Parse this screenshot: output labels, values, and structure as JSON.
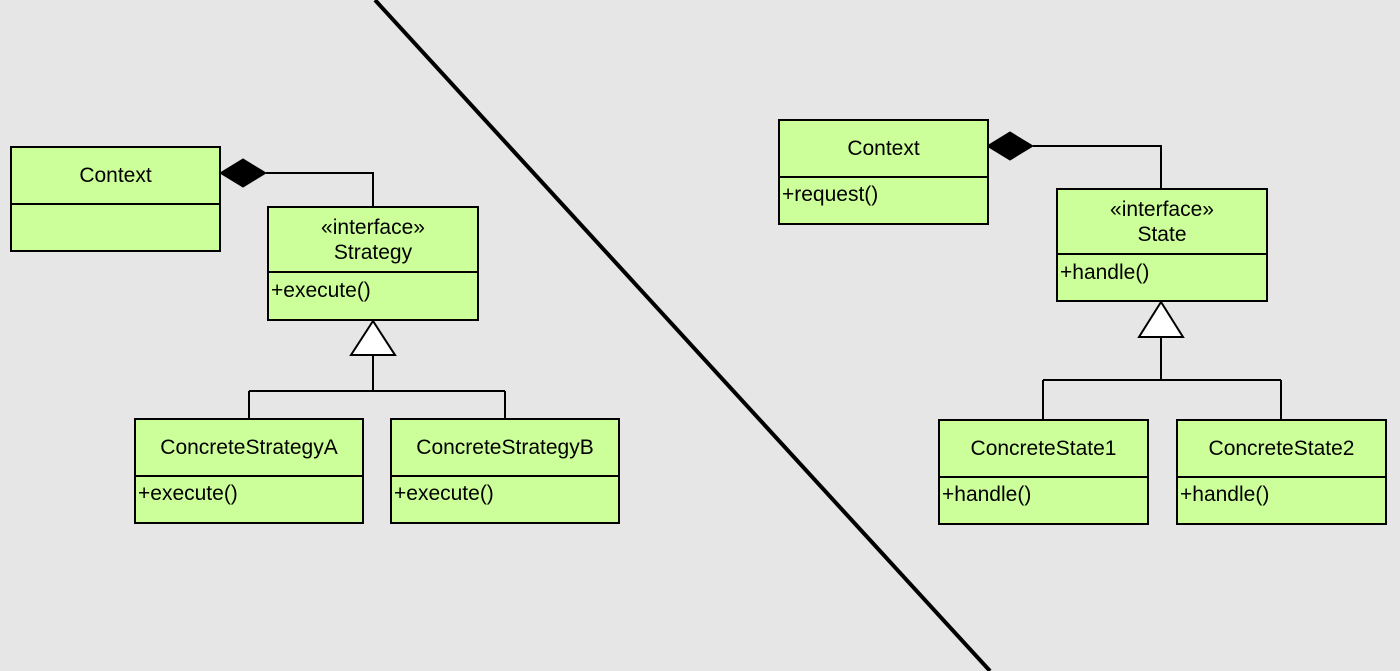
{
  "strategy_pattern": {
    "context": {
      "name": "Context",
      "operations": []
    },
    "strategy": {
      "stereotype": "«interface»",
      "name": "Strategy",
      "operations": [
        "+execute()"
      ]
    },
    "concrete_a": {
      "name": "ConcreteStrategyA",
      "operations": [
        "+execute()"
      ]
    },
    "concrete_b": {
      "name": "ConcreteStrategyB",
      "operations": [
        "+execute()"
      ]
    }
  },
  "state_pattern": {
    "context": {
      "name": "Context",
      "operations": [
        "+request()"
      ]
    },
    "state": {
      "stereotype": "«interface»",
      "name": "State",
      "operations": [
        "+handle()"
      ]
    },
    "concrete_1": {
      "name": "ConcreteState1",
      "operations": [
        "+handle()"
      ]
    },
    "concrete_2": {
      "name": "ConcreteState2",
      "operations": [
        "+handle()"
      ]
    }
  },
  "colors": {
    "background": "#e6e6e6",
    "class_fill": "#ccff99",
    "stroke": "#000000"
  }
}
